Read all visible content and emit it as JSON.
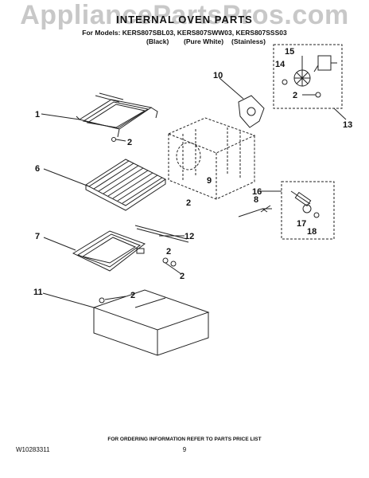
{
  "watermark": "AppliancePartsPros.com",
  "header": {
    "title": "INTERNAL OVEN PARTS",
    "models_line": "For Models: KERS807SBL03, KERS807SWW03, KERS807SSS03",
    "variants": [
      "(Black)",
      "(Pure White)",
      "(Stainless)"
    ]
  },
  "callouts": {
    "c1": "1",
    "c2a": "2",
    "c6": "6",
    "c2b": "2",
    "c9": "9",
    "c10": "10",
    "c15": "15",
    "c14": "14",
    "c2c": "2",
    "c13": "13",
    "c16": "16",
    "c8": "8",
    "c17": "17",
    "c18": "18",
    "c7": "7",
    "c12": "12",
    "c2d": "2",
    "c2e": "2",
    "c11": "11",
    "c2f": "2"
  },
  "footer": {
    "ordering_note": "FOR ORDERING INFORMATION REFER TO PARTS PRICE LIST",
    "doc_number": "W10283311",
    "page_number": "9"
  }
}
